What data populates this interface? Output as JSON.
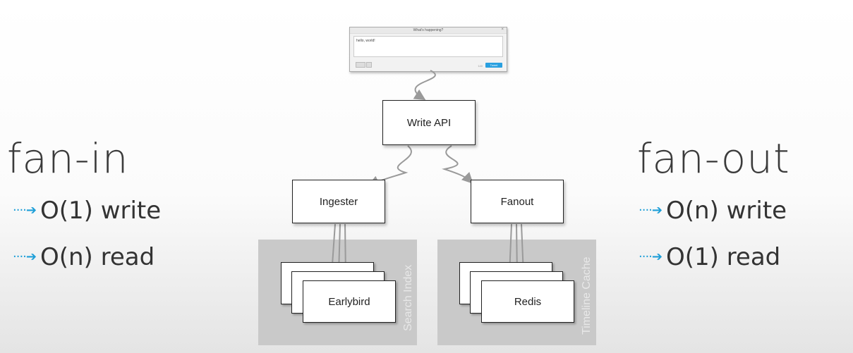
{
  "left": {
    "heading": "fan-in",
    "items": [
      {
        "arrow": "····➔",
        "text": "O(1) write"
      },
      {
        "arrow": "····➔",
        "text": "O(n) read"
      }
    ]
  },
  "right": {
    "heading": "fan-out",
    "items": [
      {
        "arrow": "····➔",
        "text": "O(n) write"
      },
      {
        "arrow": "····➔",
        "text": "O(1) read"
      }
    ]
  },
  "dialog": {
    "title": "What's happening?",
    "close": "×",
    "text": "hello, world!",
    "count": "140",
    "button": "Tweet"
  },
  "nodes": {
    "write_api": "Write API",
    "ingester": "Ingester",
    "fanout": "Fanout",
    "earlybird": "Earlybird",
    "redis": "Redis"
  },
  "panels": {
    "search_index": "Search Index",
    "timeline_cache": "Timeline Cache"
  },
  "colors": {
    "accent_arrow": "#1e9fd8",
    "panel": "#c9c9c9",
    "connector": "#999999"
  }
}
